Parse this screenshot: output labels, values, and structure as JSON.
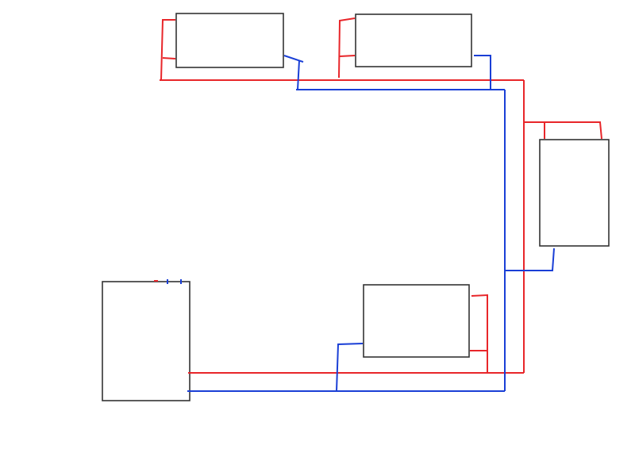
{
  "diagram": {
    "kind": "piping-sketch",
    "labels": [],
    "colors": {
      "background": "#ffffff",
      "unit_outline": "#333333",
      "supply_line": "#e8262a",
      "return_line": "#1a3fd6"
    },
    "units": [
      {
        "id": "unit-top-left"
      },
      {
        "id": "unit-top-middle"
      },
      {
        "id": "unit-right"
      },
      {
        "id": "unit-bottom-middle"
      },
      {
        "id": "unit-bottom-left"
      }
    ],
    "lines": [
      {
        "id": "supply",
        "color_key": "supply_line"
      },
      {
        "id": "return",
        "color_key": "return_line"
      }
    ]
  }
}
